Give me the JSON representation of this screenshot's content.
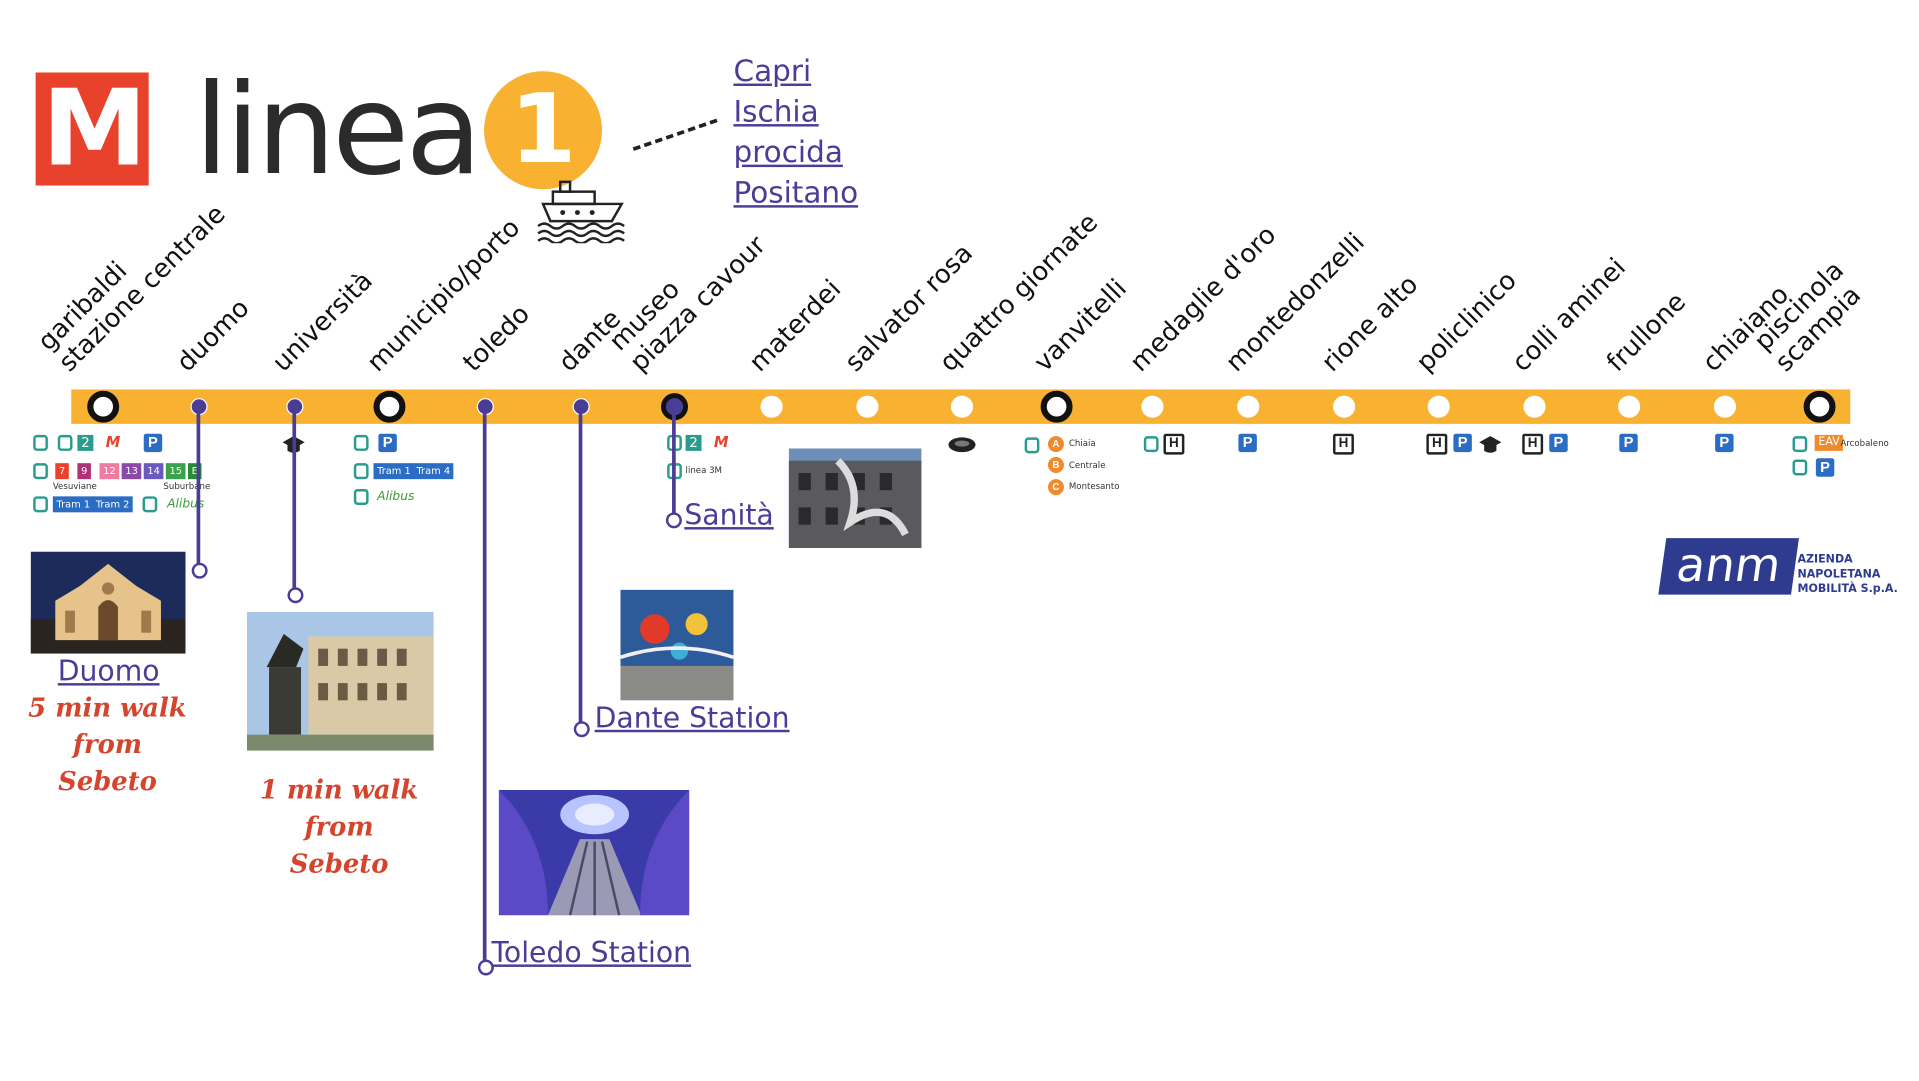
{
  "header": {
    "logo_letter": "M",
    "title": "linea",
    "line_number": "1",
    "ferry_destinations": [
      "Capri",
      "Ischia",
      "procida",
      "Positano"
    ]
  },
  "stations": [
    {
      "name": "garibaldi",
      "name2": "stazione centrale",
      "type": "interchange"
    },
    {
      "name": "duomo",
      "type": "highlight"
    },
    {
      "name": "università",
      "type": "highlight"
    },
    {
      "name": "municipio/porto",
      "type": "interchange"
    },
    {
      "name": "toledo",
      "type": "highlight"
    },
    {
      "name": "dante",
      "type": "highlight"
    },
    {
      "name": "museo",
      "name2": "piazza cavour",
      "type": "highlight-ring"
    },
    {
      "name": "materdei",
      "type": "regular"
    },
    {
      "name": "salvator rosa",
      "type": "regular"
    },
    {
      "name": "quattro giornate",
      "type": "regular"
    },
    {
      "name": "vanvitelli",
      "type": "interchange"
    },
    {
      "name": "medaglie d'oro",
      "type": "regular"
    },
    {
      "name": "montedonzelli",
      "type": "regular"
    },
    {
      "name": "rione alto",
      "type": "regular"
    },
    {
      "name": "policlinico",
      "type": "regular"
    },
    {
      "name": "colli aminei",
      "type": "regular"
    },
    {
      "name": "frullone",
      "type": "regular"
    },
    {
      "name": "chiaiano",
      "type": "regular"
    },
    {
      "name": "piscinola",
      "name2": "scampia",
      "type": "interchange"
    }
  ],
  "connections": {
    "garibaldi": {
      "line2": "2",
      "tags": [
        "7",
        "9",
        "12",
        "13",
        "14",
        "15",
        "E"
      ],
      "vesuviane": "Vesuviane",
      "suburbane": "Suburbane",
      "tram": [
        "Tram 1",
        "Tram 2"
      ],
      "alibus": "Alibus"
    },
    "municipio": {
      "tram": [
        "Tram 1",
        "Tram 4"
      ],
      "alibus": "Alibus"
    },
    "museo": {
      "line2": "2",
      "bus": "linea 3M"
    },
    "vanvitelli": {
      "funicolari": [
        {
          "letter": "A",
          "name": "Chiaia"
        },
        {
          "letter": "B",
          "name": "Centrale"
        },
        {
          "letter": "C",
          "name": "Montesanto"
        }
      ]
    },
    "piscinola": {
      "arcobaleno": "Arcobaleno"
    }
  },
  "pois": {
    "duomo": {
      "label": "Duomo",
      "note": "5 min walk\nfrom Sebeto"
    },
    "universita": {
      "note": "1 min walk from\nSebeto"
    },
    "toledo": {
      "label": "Toledo Station"
    },
    "dante": {
      "label": "Dante Station"
    },
    "sanita": {
      "label": "Sanità"
    }
  },
  "operator": {
    "logo": "anm",
    "name": "AZIENDA\nNAPOLETANA\nMOBILITÀ S.p.A."
  },
  "colors": {
    "line": "#f8b131",
    "logo_red": "#e8412c",
    "link_purple": "#4a3d96",
    "note_red": "#d5442d",
    "anm_blue": "#2e3b8f"
  }
}
